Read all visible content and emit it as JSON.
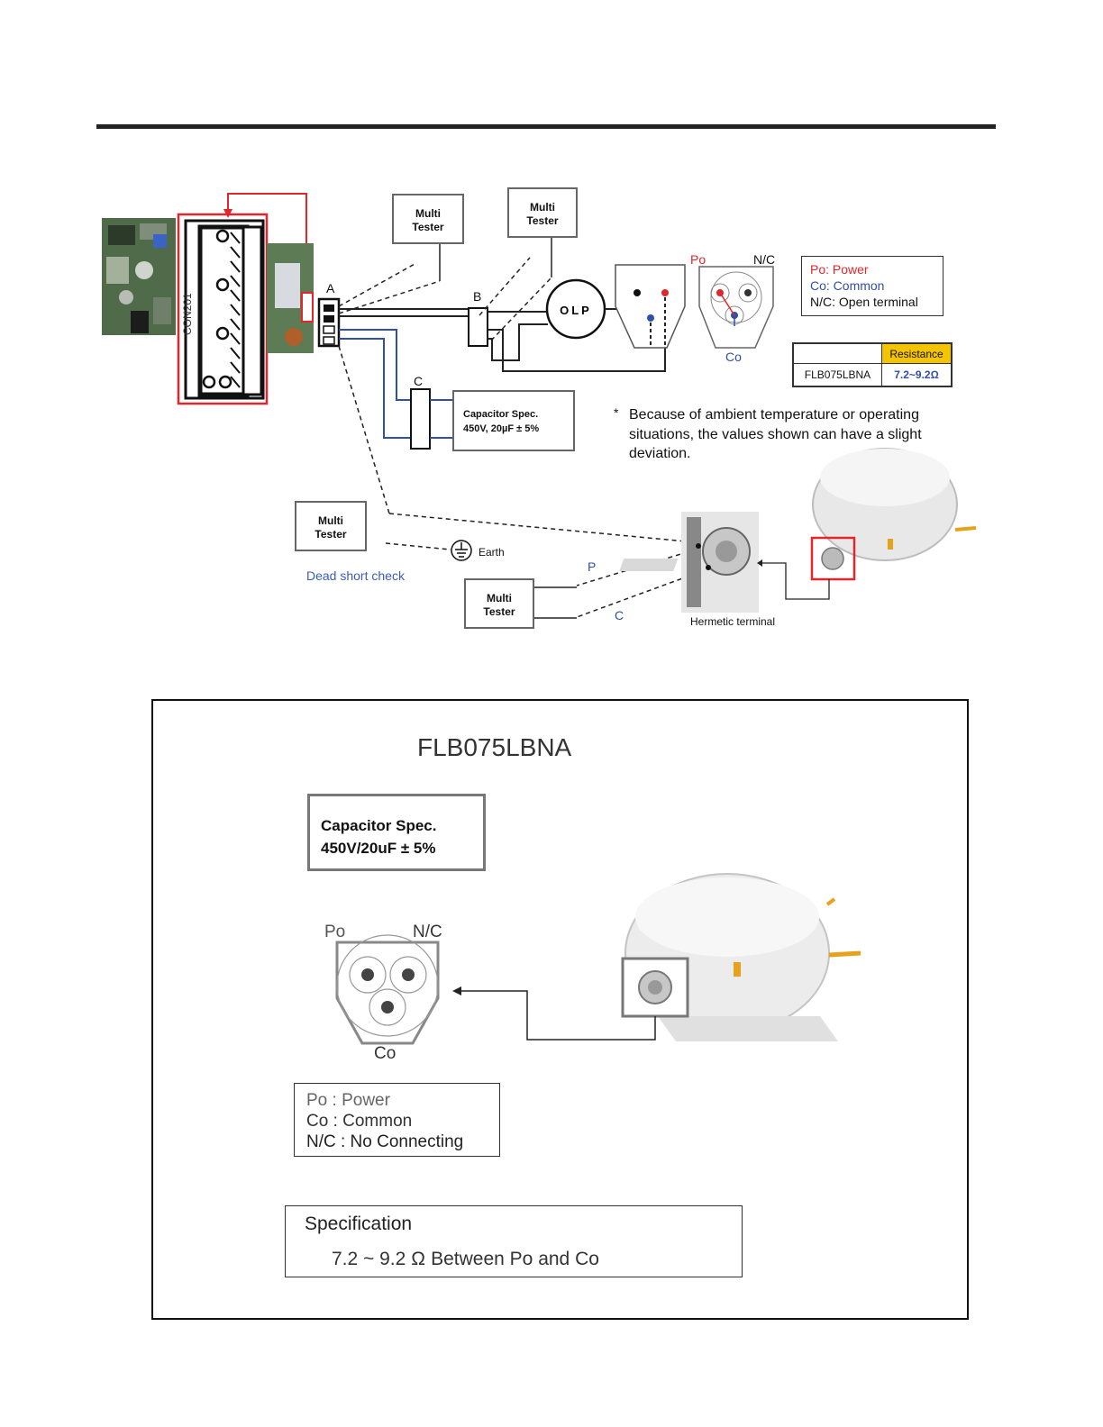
{
  "diagram1": {
    "multi_tester": [
      "Multi",
      "Tester"
    ],
    "connector_labels": {
      "a": "A",
      "b": "B",
      "c": "C"
    },
    "board_label": "CON201",
    "olp_label": "OLP",
    "terminal_labels": {
      "po": "Po",
      "nc": "N/C",
      "co": "Co"
    },
    "legend": {
      "po": "Po: Power",
      "co": "Co: Common",
      "nc": "N/C: Open terminal"
    },
    "resistance_table": {
      "header": "Resistance",
      "model": "FLB075LBNA",
      "value": "7.2~9.2Ω"
    },
    "capacitor": {
      "line1": "Capacitor Spec.",
      "line2": "450V, 20µF ± 5%"
    },
    "note_star": "*",
    "note": [
      "Because of ambient temperature or operating",
      "situations, the values shown can have a slight",
      "deviation."
    ],
    "earth_label": "Earth",
    "dead_short_label": "Dead short check",
    "p_label": "P",
    "c_label": "C",
    "hermetic_label": "Hermetic terminal",
    "colors": {
      "red": "#e3262b",
      "blue": "#2f4fa8",
      "yellow": "#f5eab8",
      "link_blue": "#3a5bbf"
    }
  },
  "diagram2": {
    "title": "FLB075LBNA",
    "capacitor": {
      "line1": "Capacitor Spec.",
      "line2": "450V/20uF ± 5%"
    },
    "terminal_labels": {
      "po": "Po",
      "nc": "N/C",
      "co": "Co"
    },
    "legend": {
      "po": "Po : Power",
      "co": "Co : Common",
      "nc": "N/C : No Connecting"
    },
    "spec": {
      "title": "Specification",
      "value": "7.2 ~ 9.2 Ω Between Po and Co"
    }
  }
}
